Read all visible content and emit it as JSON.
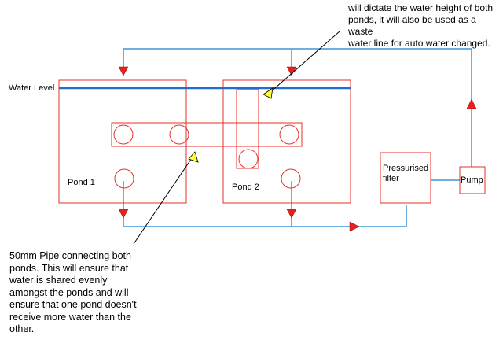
{
  "labels": {
    "water_level": "Water Level",
    "pond1": "Pond 1",
    "pond2": "Pond 2",
    "filter": "Pressurised\nfilter",
    "pump": "Pump"
  },
  "notes": {
    "top": "will dictate the water height of both\nponds, it will also be used as a waste\nwater line for auto water changed.",
    "bottom": "50mm Pipe connecting both\nponds. This will ensure that\nwater is shared evenly\namongst the ponds and will\nensure that one pond doesn't\nreceive more water than the\nother."
  },
  "colors": {
    "pond_outline": "#e8312e",
    "water_line": "#1f6fd1",
    "pipe": "#3f95dc",
    "arrow_head": "#e8201e",
    "pointer_head": "#ffff33"
  }
}
